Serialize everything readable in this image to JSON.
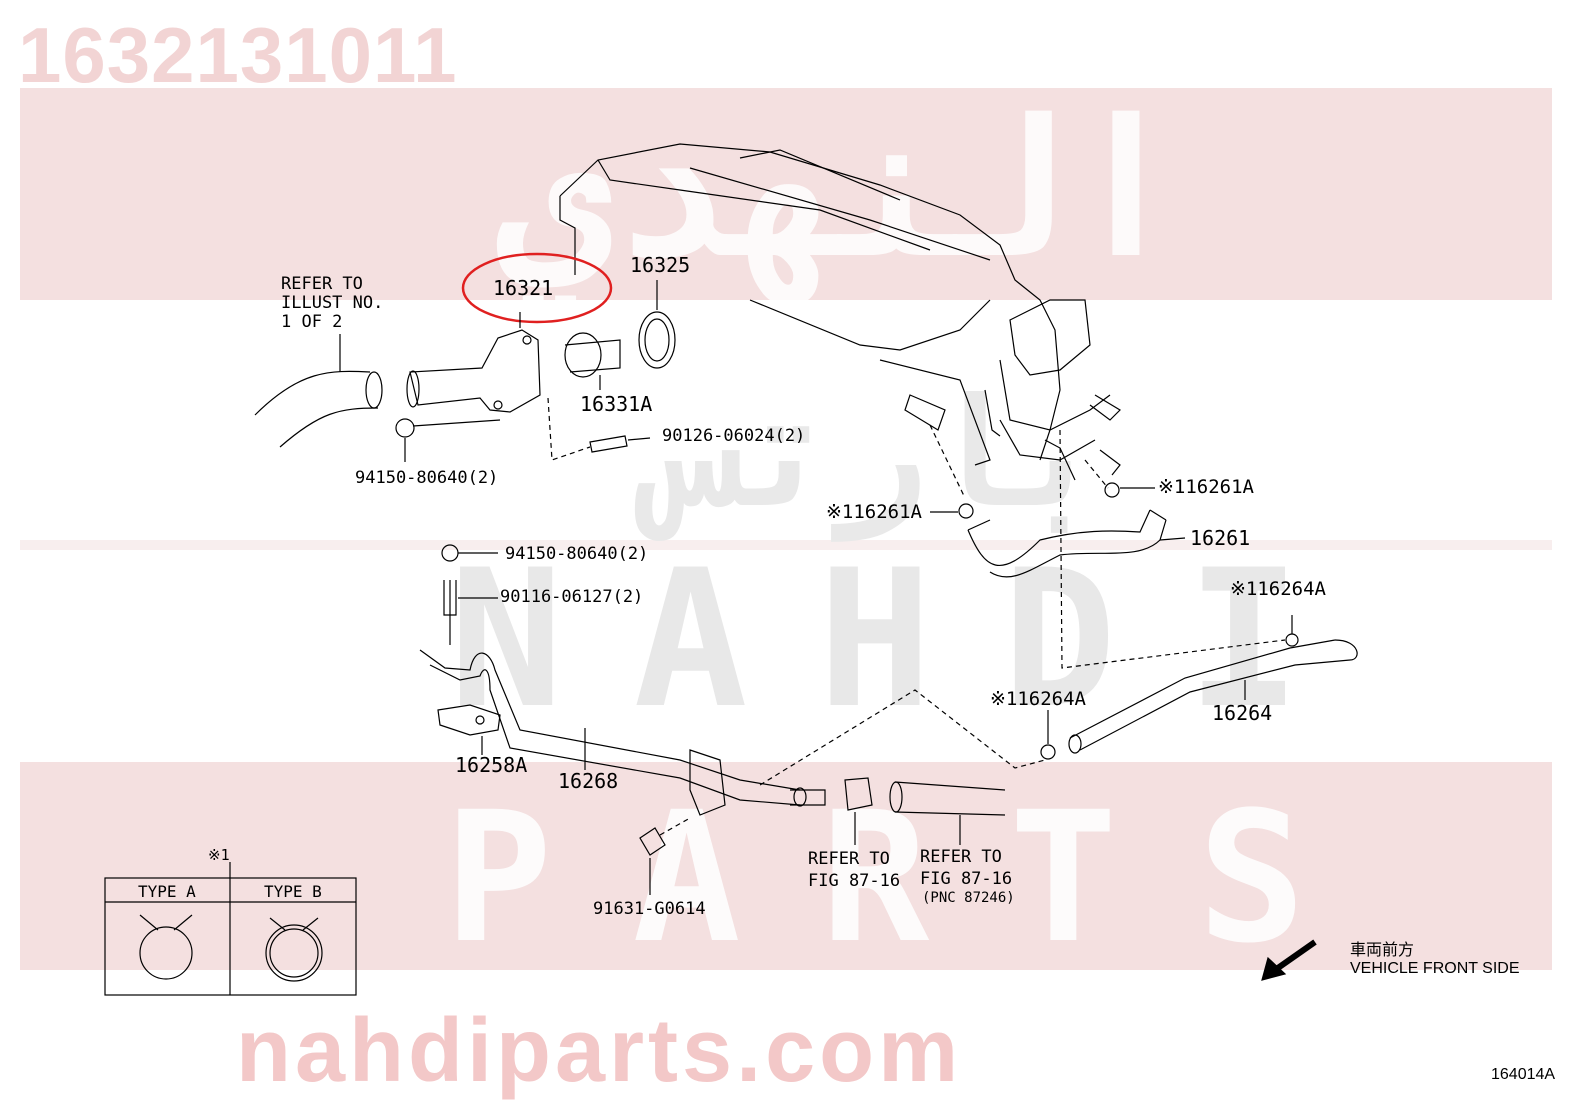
{
  "part_number": "1632131011",
  "watermark": {
    "arabic_top": "النهدي",
    "arabic_middle": "بارتس",
    "brand": "NAHDI",
    "sub": "PARTS",
    "url": "nahdiparts.com"
  },
  "highlighted_part": "16321",
  "labels": {
    "refer_illust": [
      "REFER TO",
      "ILLUST NO.",
      "1 OF 2"
    ],
    "p16321": "16321",
    "p16325": "16325",
    "p16331a": "16331A",
    "p90126": "90126-06024(2)",
    "p94150_top": "94150-80640(2)",
    "p16261a_left": "※116261A",
    "p16261a_right": "※116261A",
    "p16261": "16261",
    "p94150_mid": "94150-80640(2)",
    "p90116": "90116-06127(2)",
    "p16264a_top": "※116264A",
    "p16264a_mid": "※116264A",
    "p16264": "16264",
    "p16258a": "16258A",
    "p16268": "16268",
    "refer_fig_1": [
      "REFER TO",
      "FIG 87-16"
    ],
    "refer_fig_2": [
      "REFER TO",
      "FIG 87-16",
      "(PNC 87246)"
    ],
    "p91631": "91631-G0614"
  },
  "legend": {
    "mark": "※1",
    "type_a": "TYPE A",
    "type_b": "TYPE B"
  },
  "vehicle_front": {
    "jp": "車両前方",
    "en": "VEHICLE FRONT SIDE"
  },
  "diagram_code": "164014A",
  "colors": {
    "watermark_band": "#f3dede",
    "watermark_text": "#ecc6c6",
    "highlight": "#e02020",
    "ink": "#000000"
  }
}
